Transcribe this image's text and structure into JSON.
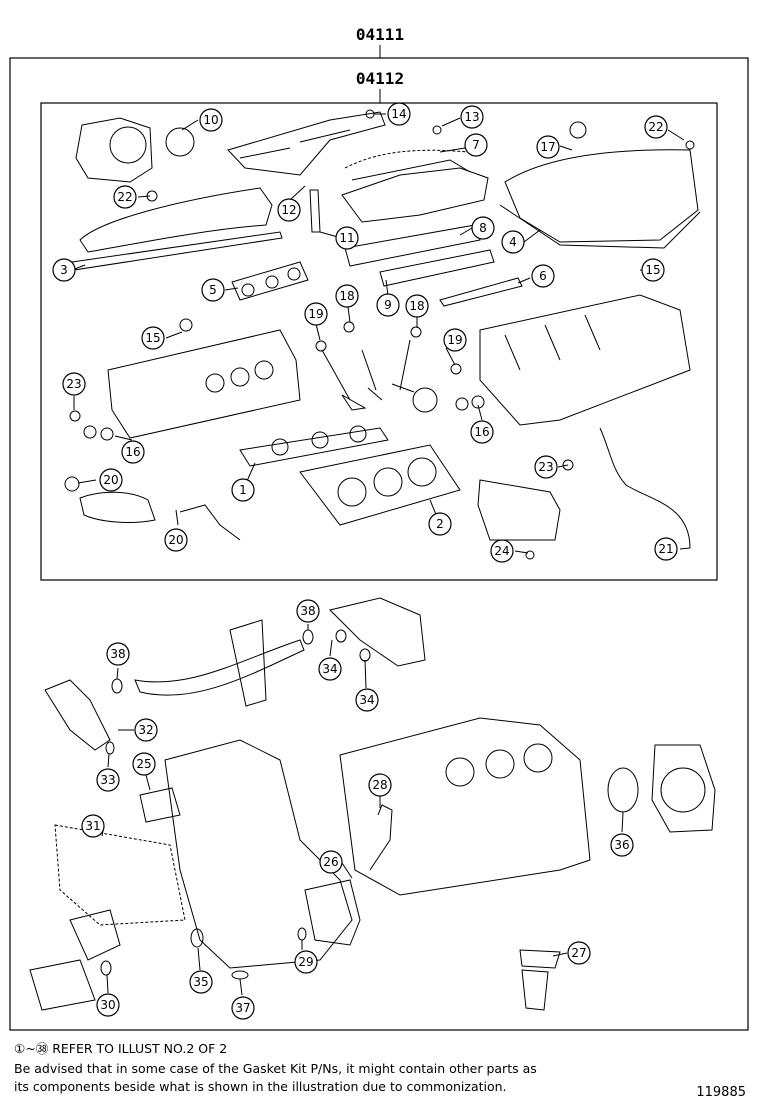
{
  "kit_outer": "04111",
  "kit_inner": "04112",
  "illustration_id": "119885",
  "notes": {
    "refer_range_start": "①",
    "refer_range_sep": "~",
    "refer_range_end": "㊳",
    "refer_text": "REFER TO ILLUST NO.2 OF 2",
    "advisory_line1": "Be advised that in some case of the Gasket Kit P/Ns,  it might contain other parts as",
    "advisory_line2": "its components beside what is shown in the illustration due to commonization."
  },
  "callouts": [
    {
      "id": "c1",
      "label": "1"
    },
    {
      "id": "c2",
      "label": "2"
    },
    {
      "id": "c3",
      "label": "3"
    },
    {
      "id": "c4",
      "label": "4"
    },
    {
      "id": "c5",
      "label": "5"
    },
    {
      "id": "c6",
      "label": "6"
    },
    {
      "id": "c7",
      "label": "7"
    },
    {
      "id": "c8",
      "label": "8"
    },
    {
      "id": "c9",
      "label": "9"
    },
    {
      "id": "c10",
      "label": "10"
    },
    {
      "id": "c11",
      "label": "11"
    },
    {
      "id": "c12",
      "label": "12"
    },
    {
      "id": "c13",
      "label": "13"
    },
    {
      "id": "c14",
      "label": "14"
    },
    {
      "id": "c15a",
      "label": "15"
    },
    {
      "id": "c15b",
      "label": "15"
    },
    {
      "id": "c16a",
      "label": "16"
    },
    {
      "id": "c16b",
      "label": "16"
    },
    {
      "id": "c17",
      "label": "17"
    },
    {
      "id": "c18a",
      "label": "18"
    },
    {
      "id": "c18b",
      "label": "18"
    },
    {
      "id": "c19a",
      "label": "19"
    },
    {
      "id": "c19b",
      "label": "19"
    },
    {
      "id": "c20a",
      "label": "20"
    },
    {
      "id": "c20b",
      "label": "20"
    },
    {
      "id": "c21",
      "label": "21"
    },
    {
      "id": "c22a",
      "label": "22"
    },
    {
      "id": "c22b",
      "label": "22"
    },
    {
      "id": "c23a",
      "label": "23"
    },
    {
      "id": "c23b",
      "label": "23"
    },
    {
      "id": "c24",
      "label": "24"
    },
    {
      "id": "c25",
      "label": "25"
    },
    {
      "id": "c26",
      "label": "26"
    },
    {
      "id": "c27",
      "label": "27"
    },
    {
      "id": "c28",
      "label": "28"
    },
    {
      "id": "c29",
      "label": "29"
    },
    {
      "id": "c30",
      "label": "30"
    },
    {
      "id": "c31",
      "label": "31"
    },
    {
      "id": "c32",
      "label": "32"
    },
    {
      "id": "c33",
      "label": "33"
    },
    {
      "id": "c34a",
      "label": "34"
    },
    {
      "id": "c34b",
      "label": "34"
    },
    {
      "id": "c35",
      "label": "35"
    },
    {
      "id": "c36",
      "label": "36"
    },
    {
      "id": "c37",
      "label": "37"
    },
    {
      "id": "c38a",
      "label": "38"
    },
    {
      "id": "c38b",
      "label": "38"
    }
  ]
}
